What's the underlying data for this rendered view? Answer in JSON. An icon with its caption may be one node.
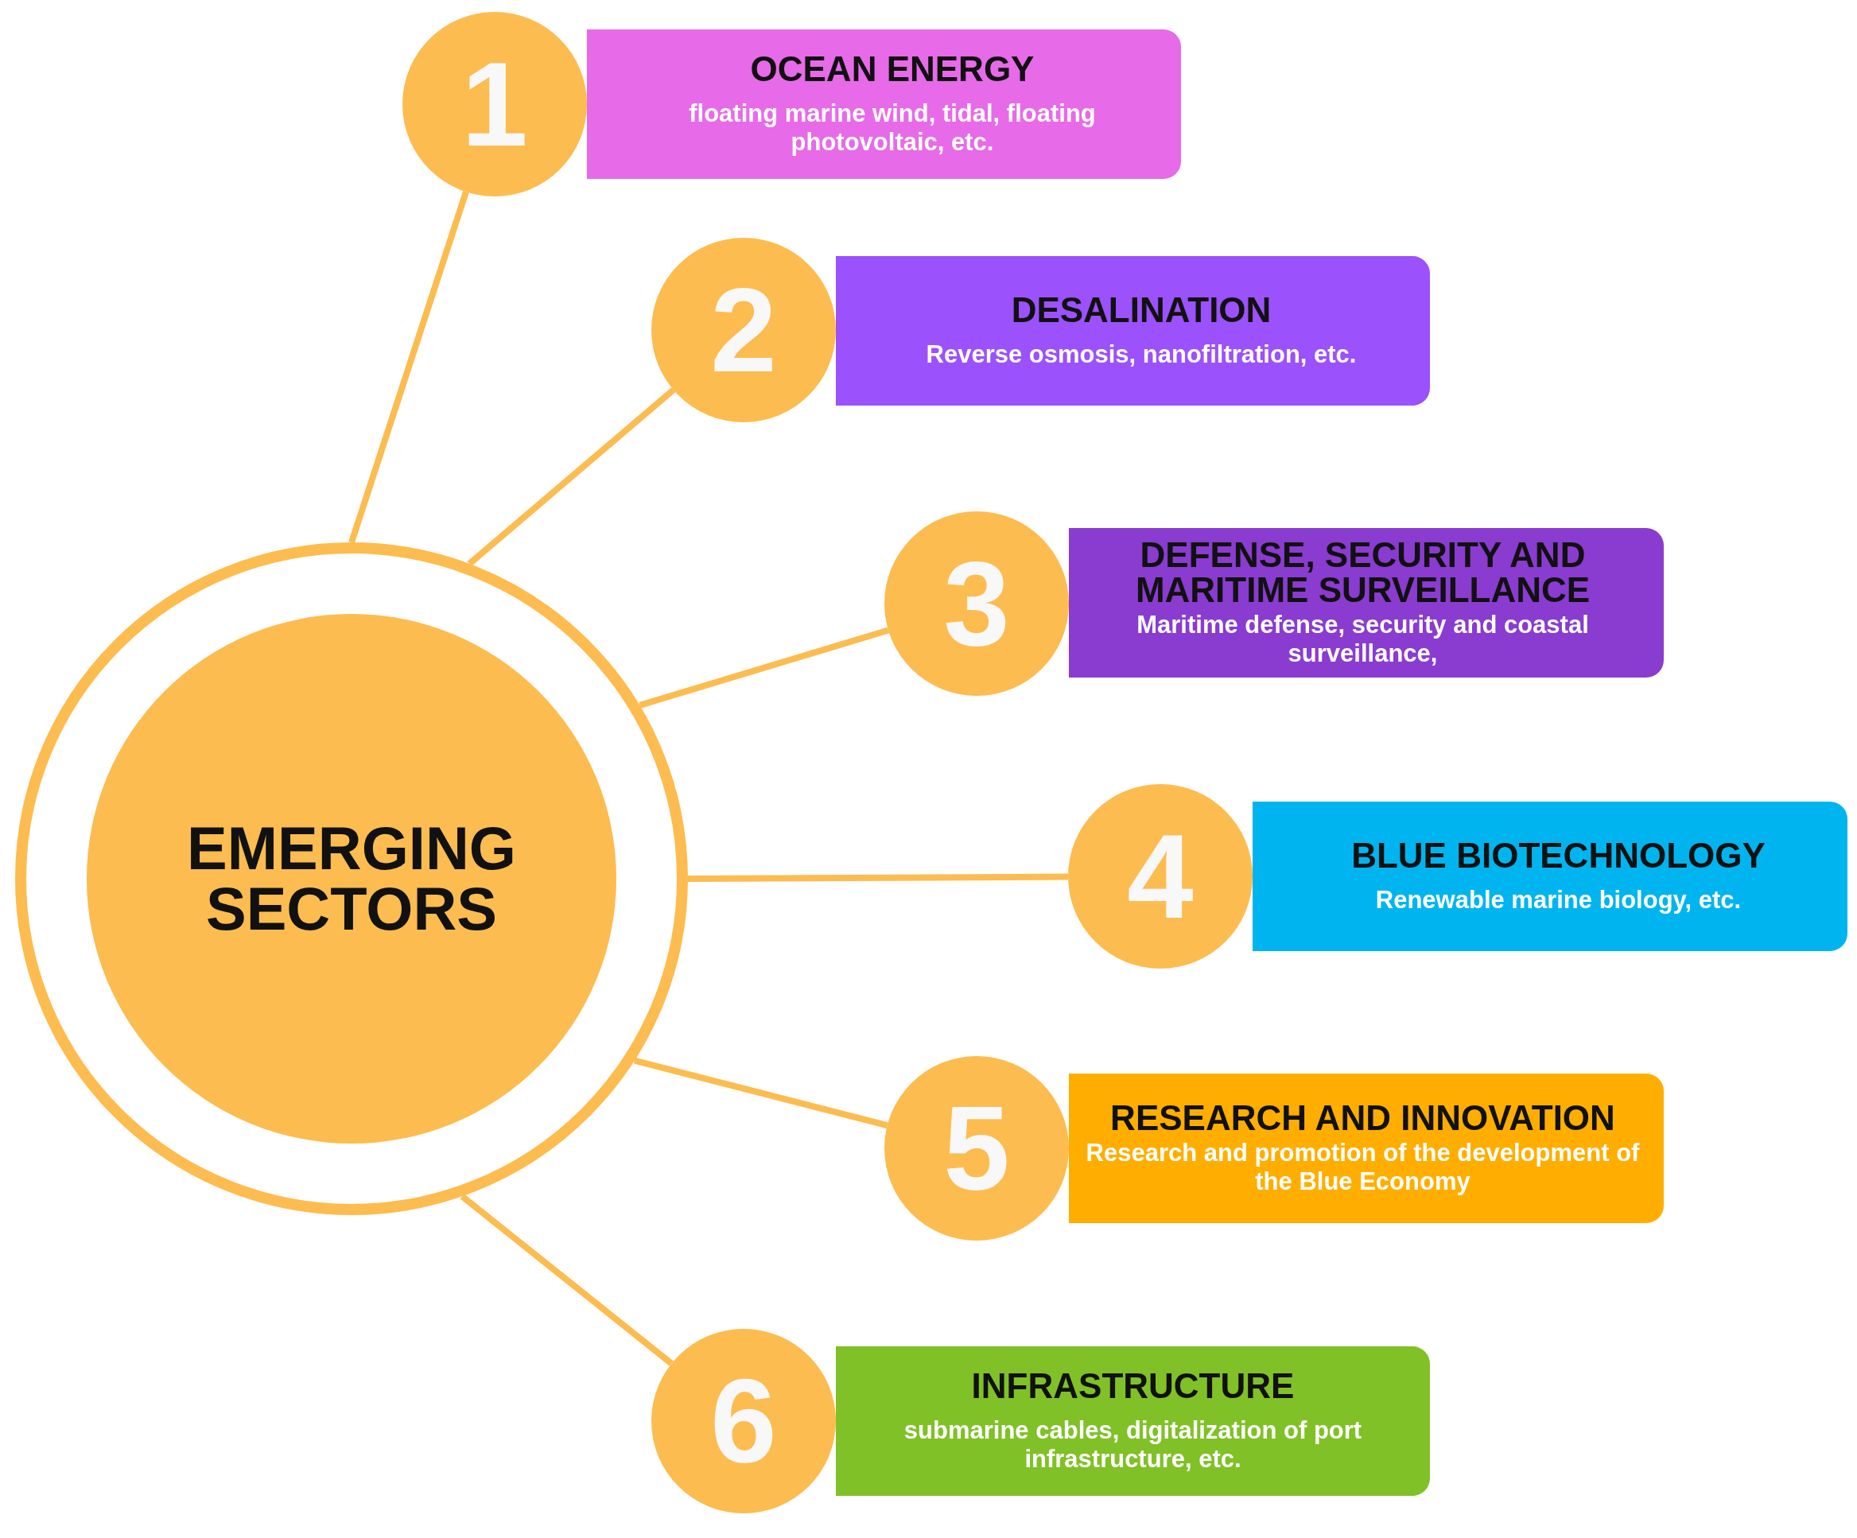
{
  "diagram": {
    "nodes": [
      {
        "text": [
          "EMERGING SECTORS"
        ]
      },
      {
        "text": [
          "1"
        ]
      },
      {
        "text": [
          "OCEAN ENERGY",
          "floating marine wind, tidal, floating photovoltaic, etc."
        ]
      },
      {
        "text": [
          "2"
        ]
      },
      {
        "text": [
          "DESALINATION",
          "Reverse osmosis, nanofiltration, etc."
        ]
      },
      {
        "text": [
          "3"
        ]
      },
      {
        "text": [
          "DEFENSE, SECURITY AND MARITIME SURVEILLANCE",
          "Maritime defense, security and coastal surveillance,"
        ]
      },
      {
        "text": [
          "4"
        ]
      },
      {
        "text": [
          "BLUE BIOTECHNOLOGY",
          "Renewable marine biology, etc."
        ]
      },
      {
        "text": [
          "5"
        ]
      },
      {
        "text": [
          "RESEARCH AND INNOVATION",
          "Research and promotion of the development of the Blue Economy"
        ]
      },
      {
        "text": [
          "6"
        ]
      },
      {
        "text": [
          "INFRASTRUCTURE",
          "submarine cables, digitalization of port infrastructure, etc."
        ]
      }
    ],
    "edges": [
      {
        "from": 0,
        "to": 1,
        "arrow": "none"
      },
      {
        "from": 0,
        "to": 3,
        "arrow": "none"
      },
      {
        "from": 0,
        "to": 5,
        "arrow": "none"
      },
      {
        "from": 0,
        "to": 7,
        "arrow": "none"
      },
      {
        "from": 0,
        "to": 9,
        "arrow": "none"
      },
      {
        "from": 0,
        "to": 11,
        "arrow": "none"
      }
    ]
  }
}
